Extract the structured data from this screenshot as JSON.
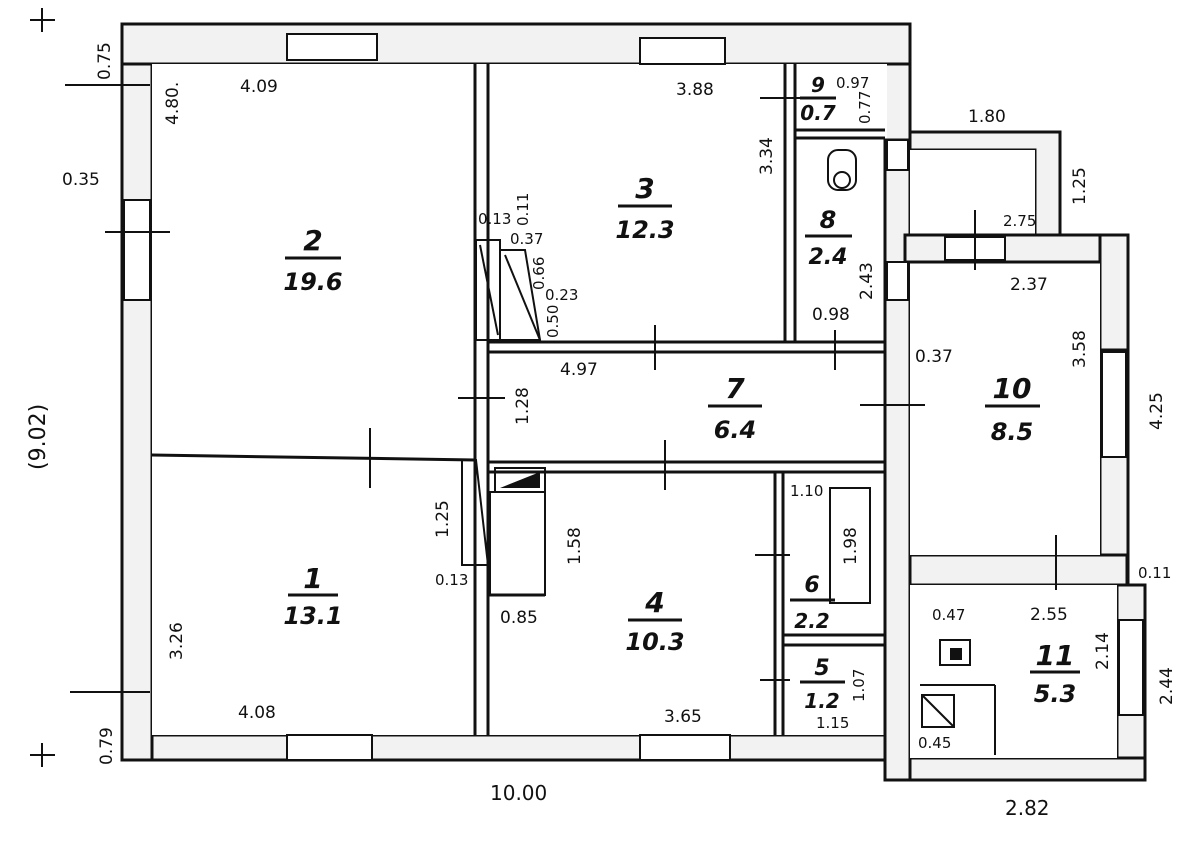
{
  "rooms": [
    {
      "num": "1",
      "area": "13.1"
    },
    {
      "num": "2",
      "area": "19.6"
    },
    {
      "num": "3",
      "area": "12.3"
    },
    {
      "num": "4",
      "area": "10.3"
    },
    {
      "num": "5",
      "area": "1.2"
    },
    {
      "num": "6",
      "area": "2.2"
    },
    {
      "num": "7",
      "area": "6.4"
    },
    {
      "num": "8",
      "area": "2.4"
    },
    {
      "num": "9",
      "area": "0.7"
    },
    {
      "num": "10",
      "area": "8.5"
    },
    {
      "num": "11",
      "area": "5.3"
    }
  ],
  "dims": {
    "d_075": "0.75",
    "d_409": "4.09",
    "d_480": "4.80.",
    "d_035": "0.35",
    "d_902": "(9.02)",
    "d_326": "3.26",
    "d_079": "0.79",
    "d_408": "4.08",
    "d_1000": "10.00",
    "d_388": "3.88",
    "d_334": "3.34",
    "d_097": "0.97",
    "d_077": "0.77",
    "d_180": "1.80",
    "d_125_top": "1.25",
    "d_275": "2.75",
    "d_237": "2.37",
    "d_358": "3.58",
    "d_425": "4.25",
    "d_243": "2.43",
    "d_098": "0.98",
    "d_037_right": "0.37",
    "d_013_top": "0.13",
    "d_011_top": "0.11",
    "d_037_stair": "0.37",
    "d_066": "0.66",
    "d_023": "0.23",
    "d_050": "0.50",
    "d_497": "4.97",
    "d_128": "1.28",
    "d_125_left": "1.25",
    "d_013_bottom": "0.13",
    "d_158": "1.58",
    "d_085": "0.85",
    "d_110": "1.10",
    "d_198": "1.98",
    "d_107": "1.07",
    "d_115": "1.15",
    "d_365": "3.65",
    "d_011_right": "0.11",
    "d_255": "2.55",
    "d_214": "2.14",
    "d_244": "2.44",
    "d_047": "0.47",
    "d_045": "0.45",
    "d_282": "2.82"
  }
}
